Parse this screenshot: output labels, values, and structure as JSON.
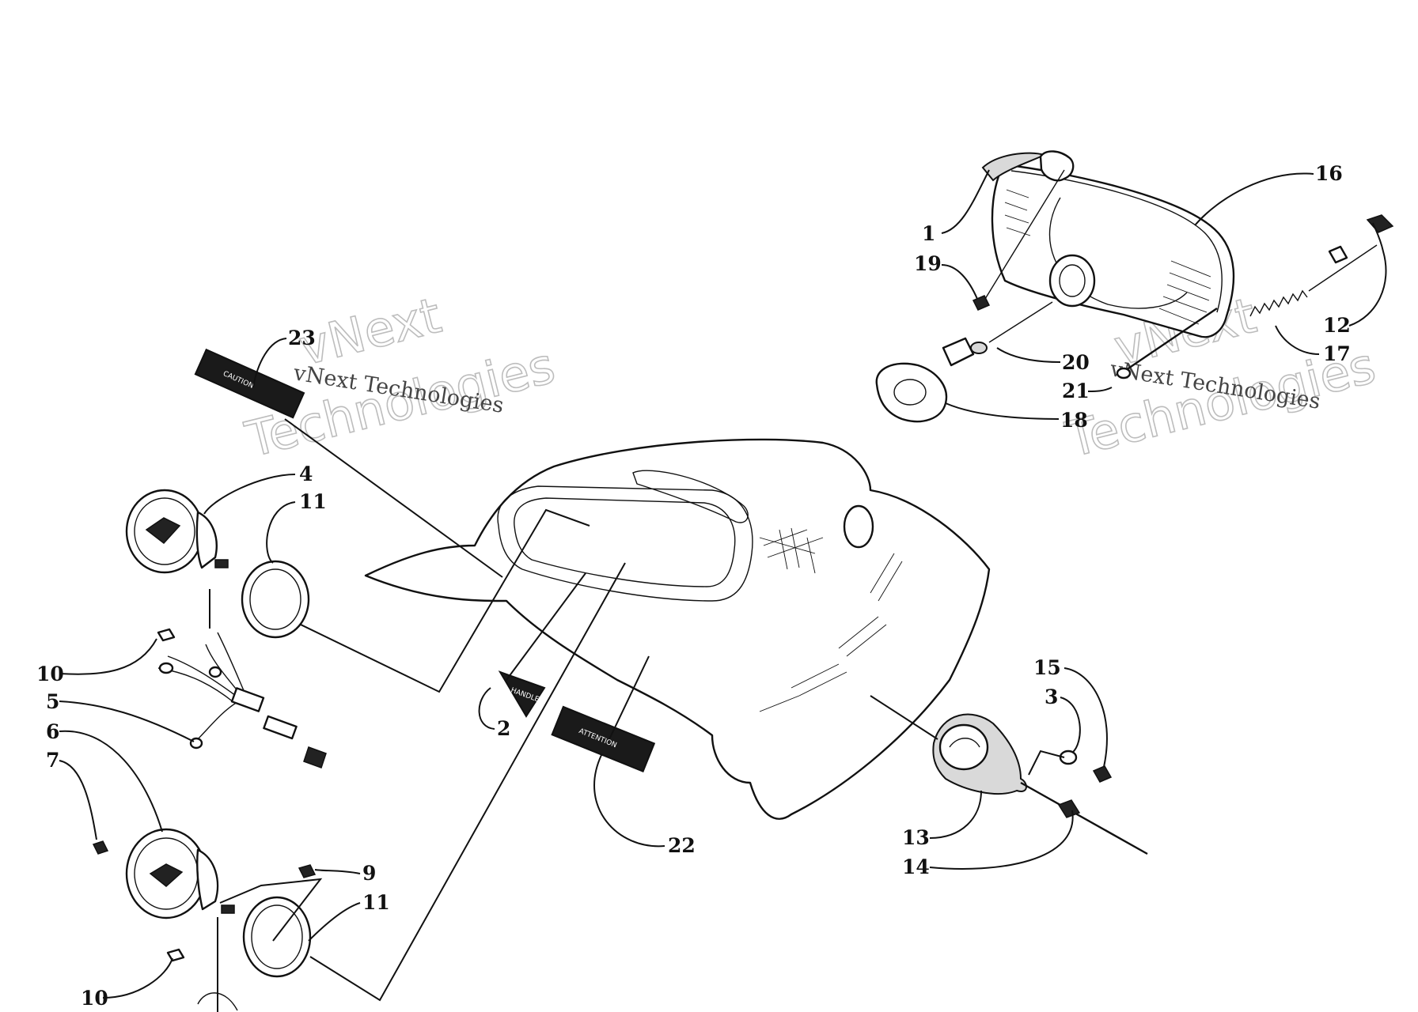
{
  "watermarks": [
    {
      "big_top": "vNext",
      "big_bottom": "Technologies",
      "small": "vNext Technologies"
    },
    {
      "big_top": "vNext",
      "big_bottom": "Technologies",
      "small": "vNext Technologies"
    }
  ],
  "decals": {
    "caution_23": "CAUTION",
    "attention_22": "ATTENTION",
    "triangle_2": "HANDLE BAR"
  },
  "callouts": [
    {
      "id": "c1",
      "text": "1"
    },
    {
      "id": "c19",
      "text": "19"
    },
    {
      "id": "c16",
      "text": "16"
    },
    {
      "id": "c12",
      "text": "12"
    },
    {
      "id": "c17",
      "text": "17"
    },
    {
      "id": "c20",
      "text": "20"
    },
    {
      "id": "c21",
      "text": "21"
    },
    {
      "id": "c18",
      "text": "18"
    },
    {
      "id": "c23",
      "text": "23"
    },
    {
      "id": "c4",
      "text": "4"
    },
    {
      "id": "c11a",
      "text": "11"
    },
    {
      "id": "c10a",
      "text": "10"
    },
    {
      "id": "c5",
      "text": "5"
    },
    {
      "id": "c6",
      "text": "6"
    },
    {
      "id": "c7",
      "text": "7"
    },
    {
      "id": "c2",
      "text": "2"
    },
    {
      "id": "c22",
      "text": "22"
    },
    {
      "id": "c15",
      "text": "15"
    },
    {
      "id": "c3",
      "text": "3"
    },
    {
      "id": "c13",
      "text": "13"
    },
    {
      "id": "c14",
      "text": "14"
    },
    {
      "id": "c9",
      "text": "9"
    },
    {
      "id": "c11b",
      "text": "11"
    },
    {
      "id": "c10b",
      "text": "10"
    }
  ]
}
